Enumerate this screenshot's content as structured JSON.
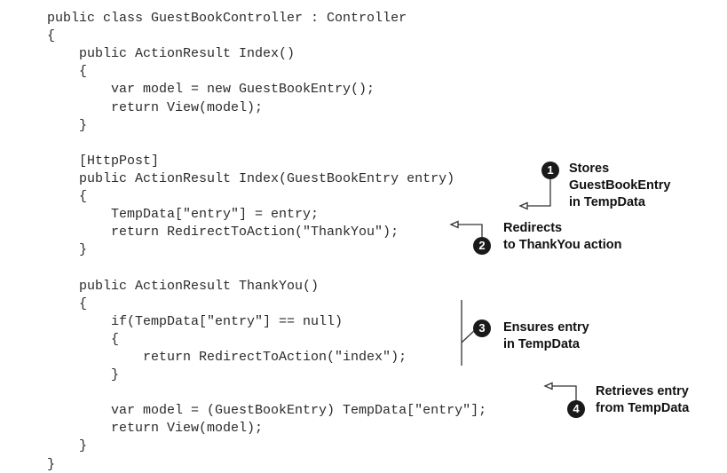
{
  "code_lines": [
    "public class GuestBookController : Controller",
    "{",
    "    public ActionResult Index()",
    "    {",
    "        var model = new GuestBookEntry();",
    "        return View(model);",
    "    }",
    "",
    "    [HttpPost]",
    "    public ActionResult Index(GuestBookEntry entry)",
    "    {",
    "        TempData[\"entry\"] = entry;",
    "        return RedirectToAction(\"ThankYou\");",
    "    }",
    "",
    "    public ActionResult ThankYou()",
    "    {",
    "        if(TempData[\"entry\"] == null)",
    "        {",
    "            return RedirectToAction(\"index\");",
    "        }",
    "",
    "        var model = (GuestBookEntry) TempData[\"entry\"];",
    "        return View(model);",
    "    }",
    "}"
  ],
  "annotations": [
    {
      "number": "1",
      "lines": [
        "Stores",
        "GuestBookEntry",
        "in TempData"
      ]
    },
    {
      "number": "2",
      "lines": [
        "Redirects",
        "to ThankYou action"
      ]
    },
    {
      "number": "3",
      "lines": [
        "Ensures entry",
        "in TempData"
      ]
    },
    {
      "number": "4",
      "lines": [
        "Retrieves entry",
        "from TempData"
      ]
    }
  ]
}
